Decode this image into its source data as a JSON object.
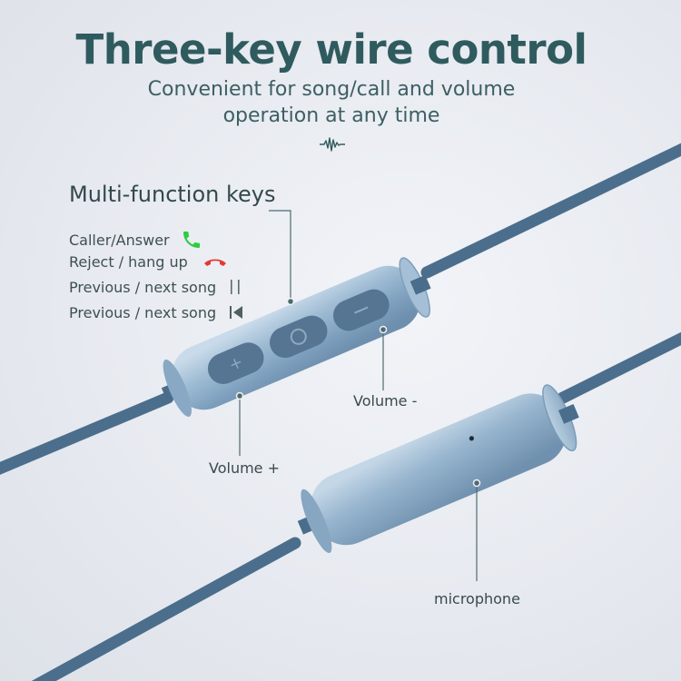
{
  "header": {
    "title": "Three-key wire control",
    "subtitle_line1": "Convenient for song/call and volume",
    "subtitle_line2": "operation at any time"
  },
  "keys_section": {
    "title": "Multi-function keys",
    "items": [
      {
        "label": "Caller/Answer",
        "icon": "phone-answer-icon",
        "icon_color": "#2ecc40"
      },
      {
        "label": "Reject / hang up",
        "icon": "phone-hangup-icon",
        "icon_color": "#e53935"
      },
      {
        "label": "Previous / next song",
        "icon": "pause-icon",
        "icon_color": "#5b6b6e"
      },
      {
        "label": "Previous / next song",
        "icon": "skip-previous-icon",
        "icon_color": "#4f6063"
      }
    ]
  },
  "callouts": {
    "volume_minus": "Volume -",
    "volume_plus": "Volume +",
    "microphone": "microphone"
  },
  "colors": {
    "title": "#2f5b5f",
    "cable": "#4b6e8c",
    "body": "#8fb0cb",
    "button": "#557592",
    "leader": "#4d6b6f"
  }
}
